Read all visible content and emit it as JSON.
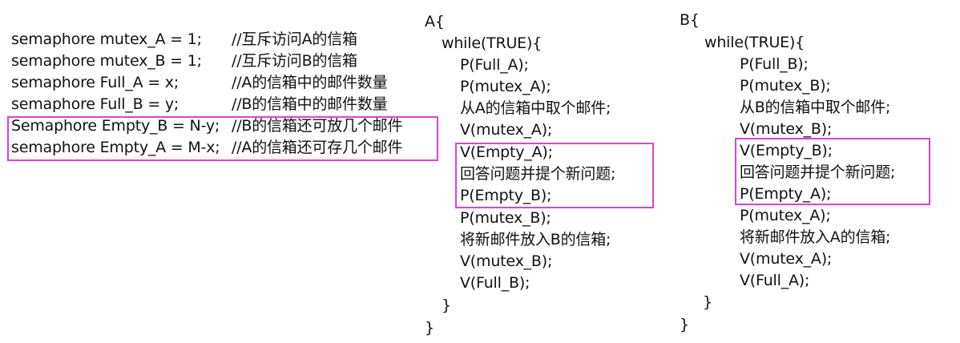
{
  "declarations": [
    {
      "code": "semaphore mutex_A = 1;",
      "comment": "//互斥访问A的信箱"
    },
    {
      "code": "semaphore mutex_B = 1;",
      "comment": "//互斥访问B的信箱"
    },
    {
      "code": "semaphore Full_A = x;",
      "comment": "//A的信箱中的邮件数量"
    },
    {
      "code": "semaphore Full_B = y;",
      "comment": "//B的信箱中的邮件数量"
    },
    {
      "code": "Semaphore Empty_B = N-y;",
      "comment": "//B的信箱还可放几个邮件"
    },
    {
      "code": "semaphore Empty_A = M-x;",
      "comment": "//A的信箱还可存几个邮件"
    }
  ],
  "process_a": {
    "lines": [
      "A{",
      "while(TRUE){",
      "P(Full_A);",
      "P(mutex_A);",
      "从A的信箱中取个邮件;",
      "V(mutex_A);",
      "V(Empty_A);",
      "回答问题并提个新问题;",
      "P(Empty_B);",
      "P(mutex_B);",
      "将新邮件放入B的信箱;",
      "V(mutex_B);",
      "V(Full_B);",
      "}",
      "}"
    ]
  },
  "process_b": {
    "lines": [
      "B{",
      "while(TRUE){",
      "P(Full_B);",
      "P(mutex_B);",
      "从B的信箱中取个邮件;",
      "V(mutex_B);",
      "V(Empty_B);",
      "回答问题并提个新问题;",
      "P(Empty_A);",
      "P(mutex_A);",
      "将新邮件放入A的信箱;",
      "V(mutex_A);",
      "V(Full_A);",
      "}",
      "}"
    ]
  },
  "highlight_color": "#e040d8"
}
